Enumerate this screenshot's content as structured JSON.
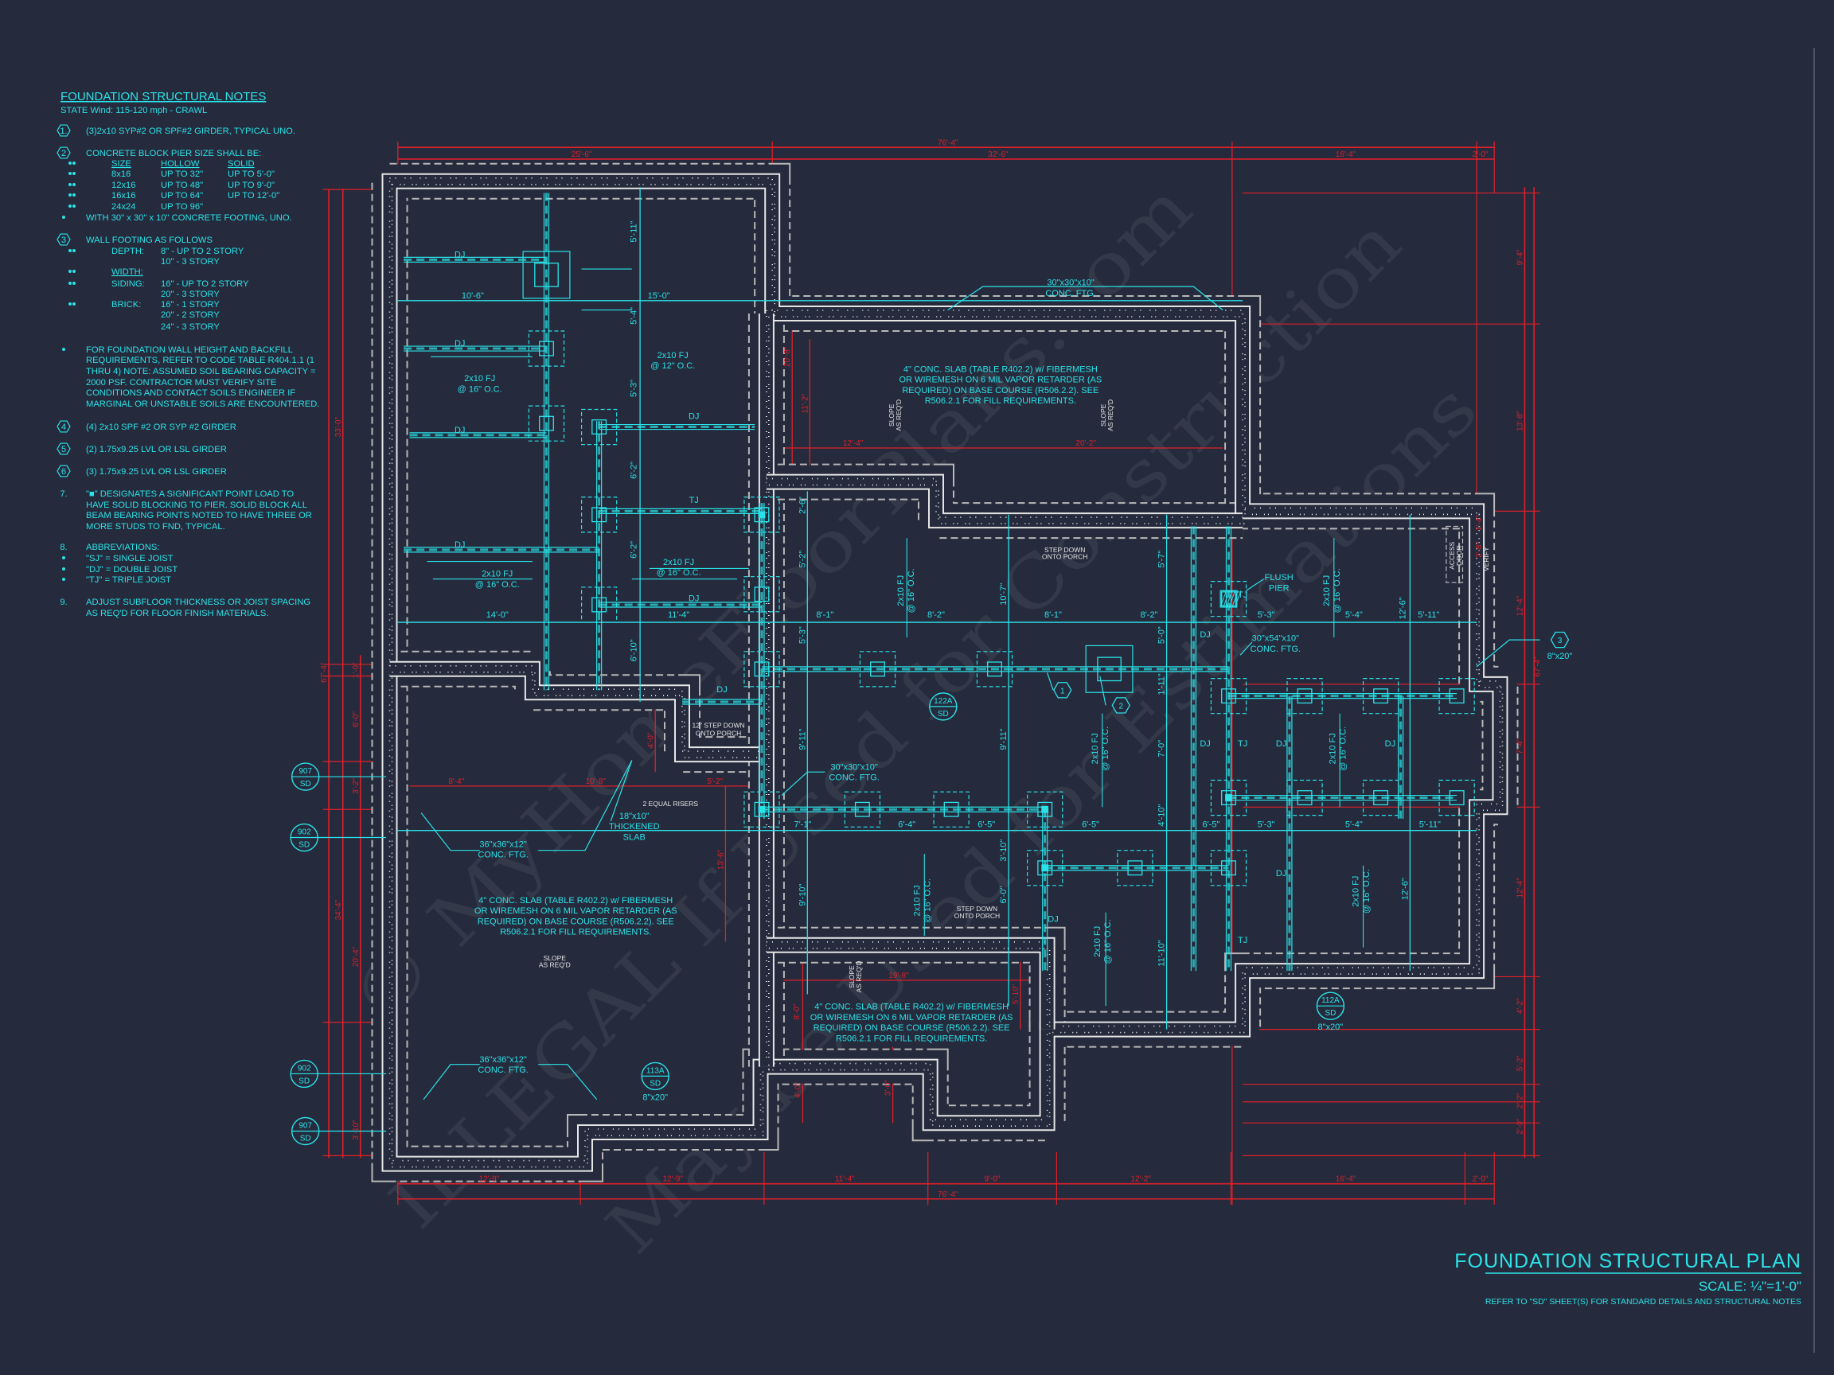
{
  "notes": {
    "title": "FOUNDATION STRUCTURAL NOTES",
    "subtitle": "STATE Wind: 115-120 mph - CRAWL",
    "lines": [
      {
        "type": "hex",
        "marker": "1.",
        "text": "(3)2x10 SYP#2 OR SPF#2 GIRDER, TYPICAL UNO."
      },
      {
        "type": "hex",
        "marker": "2",
        "text": "CONCRETE BLOCK PIER SIZE SHALL BE:"
      },
      {
        "type": "table",
        "header": true,
        "cells": [
          "SIZE",
          "HOLLOW",
          "SOLID"
        ]
      },
      {
        "type": "table",
        "cells": [
          "8x16",
          "UP TO 32\"",
          "UP TO 5'-0\""
        ]
      },
      {
        "type": "table",
        "cells": [
          "12x16",
          "UP TO 48\"",
          "UP TO 9'-0\""
        ]
      },
      {
        "type": "table",
        "cells": [
          "16x16",
          "UP TO 64\"",
          "UP TO 12'-0\""
        ]
      },
      {
        "type": "table",
        "cells": [
          "24x24",
          "UP TO 96\"",
          ""
        ]
      },
      {
        "type": "dot",
        "text": "WITH 30\" x 30\" x 10\" CONCRETE FOOTING, UNO."
      },
      {
        "type": "hex",
        "marker": "3",
        "text": "WALL FOOTING AS FOLLOWS"
      },
      {
        "type": "kv",
        "bullet": true,
        "key": "DEPTH:",
        "value": "8\" - UP TO 2 STORY"
      },
      {
        "type": "kv",
        "bullet": false,
        "key": "",
        "value": "10\" - 3 STORY"
      },
      {
        "type": "kv",
        "bullet": true,
        "key": "WIDTH:",
        "value": "",
        "underline": true
      },
      {
        "type": "kv",
        "bullet": true,
        "key": "SIDING:",
        "value": "16\" - UP TO 2 STORY"
      },
      {
        "type": "kv",
        "bullet": false,
        "key": "",
        "value": "20\" - 3 STORY"
      },
      {
        "type": "kv",
        "bullet": true,
        "key": "BRICK:",
        "value": "16\" - 1 STORY"
      },
      {
        "type": "kv",
        "bullet": false,
        "key": "",
        "value": "20\" - 2 STORY"
      },
      {
        "type": "kv",
        "bullet": false,
        "key": "",
        "value": "24\" - 3 STORY"
      },
      {
        "type": "dot",
        "text": "FOR FOUNDATION WALL HEIGHT AND BACKFILL"
      },
      {
        "type": "cont",
        "text": "REQUIREMENTS, REFER TO CODE TABLE R404.1.1 (1"
      },
      {
        "type": "cont",
        "text": "THRU 4) NOTE: ASSUMED SOIL BEARING CAPACITY ="
      },
      {
        "type": "cont",
        "text": "2000 PSF. CONTRACTOR MUST VERIFY SITE"
      },
      {
        "type": "cont",
        "text": "CONDITIONS AND CONTACT SOILS ENGINEER IF"
      },
      {
        "type": "cont",
        "text": "MARGINAL OR UNSTABLE SOILS ARE ENCOUNTERED."
      },
      {
        "type": "hex",
        "marker": "4",
        "text": "(4) 2x10 SPF #2 OR SYP #2 GIRDER"
      },
      {
        "type": "hex",
        "marker": "5",
        "text": "(2) 1.75x9.25 LVL OR LSL GIRDER"
      },
      {
        "type": "hex",
        "marker": "6",
        "text": "(3) 1.75x9.25 LVL OR LSL GIRDER"
      },
      {
        "type": "num",
        "marker": "7.",
        "text": "\"■\" DESIGNATES A SIGNIFICANT POINT LOAD TO"
      },
      {
        "type": "cont",
        "text": "HAVE SOLID BLOCKING TO  PIER. SOLID BLOCK ALL"
      },
      {
        "type": "cont",
        "text": "BEAM BEARING POINTS NOTED TO HAVE THREE OR"
      },
      {
        "type": "cont",
        "text": "MORE STUDS TO FND, TYPICAL."
      },
      {
        "type": "num",
        "marker": "8.",
        "text": "ABBREVIATIONS:"
      },
      {
        "type": "dot",
        "text": "\"SJ\" = SINGLE JOIST"
      },
      {
        "type": "dot",
        "text": "\"DJ\" = DOUBLE JOIST"
      },
      {
        "type": "dot",
        "text": "\"TJ\" = TRIPLE JOIST"
      },
      {
        "type": "num",
        "marker": "9.",
        "text": "ADJUST SUBFLOOR THICKNESS OR JOIST SPACING"
      },
      {
        "type": "cont",
        "text": "AS REQ'D FOR FLOOR FINISH MATERIALS."
      }
    ]
  },
  "title_block": {
    "title": "FOUNDATION STRUCTURAL PLAN",
    "scale": "SCALE: ¼\"=1'-0\"",
    "reference": "REFER TO \"SD\" SHEET(S) FOR STANDARD DETAILS AND STRUCTURAL NOTES"
  },
  "dimensions": {
    "top_overall": "76'-4\"",
    "top": [
      "25'-6\"",
      "32'-6\"",
      "16'-4\"",
      "2'-0\""
    ],
    "bottom_overall": "76'-4\"",
    "bottom": [
      "12'-9\"",
      "12'-9\"",
      "11'-4\"",
      "9'-0\"",
      "12'-2\"",
      "16'-4\"",
      "2'-0\""
    ],
    "left_overall": "67'-4\"",
    "left_major": [
      "33'-0\"",
      "34'-4\""
    ],
    "left": [
      "1'-0\"",
      "6'-0\"",
      "3'-2\"",
      "20'-4\"",
      "3'-10\""
    ],
    "right_overall": "67'-4\"",
    "right": [
      "9'-4\"",
      "13'-8\"",
      "12'-4\"",
      "7'-4\"",
      "12'-4\"",
      "4'-2\"",
      "5'-2\"",
      "2'-2\"",
      "2'-0\""
    ],
    "access_door": [
      "1'-4\"",
      "2'-8\""
    ],
    "interior": [
      "20'-8\"",
      "11'-2\"",
      "12'-4\"",
      "20'-2\"",
      "8'-4\"",
      "10'-8\"",
      "5'-2\"",
      "4'-0\"",
      "13'-6\"",
      "19'-8\"",
      "8'-0\"",
      "5'-10\"",
      "4'-0\"",
      "3'-0\""
    ]
  },
  "plan": {
    "annotations": [
      "DJ",
      "DJ",
      "DJ",
      "DJ",
      "DJ",
      "TJ",
      "DJ",
      "DJ",
      "10'-6\"",
      "15'-0\"",
      "5'-11\"",
      "5'-4\"",
      "5'-3\"",
      "6'-2\"",
      "6'-2\"",
      "6'-10\"",
      "2x10 FJ",
      "@ 16\" O.C.",
      "2x10 FJ",
      "@ 12\" O.C.",
      "2x10 FJ",
      "@ 16\" O.C.",
      "2x10 FJ",
      "@ 16\" O.C.",
      "14'-0\"",
      "11'-4\"",
      "8'-1\"",
      "8'-2\"",
      "8'-1\"",
      "8'-2\"",
      "5'-3\"",
      "5'-4\"",
      "5'-11\"",
      "2'-6\"",
      "5'-2\"",
      "5'-3\"",
      "10'-7\"",
      "5'-7\"",
      "5'-0\"",
      "1'-11\"",
      "12'-6\"",
      "2x10 FJ",
      "@ 16\" O.C.",
      "2x10 FJ",
      "@ 16\" O.C.",
      "7'-1\"",
      "6'-4\"",
      "6'-5\"",
      "6'-5\"",
      "6'-5\"",
      "5'-3\"",
      "5'-4\"",
      "5'-11\"",
      "9'-11\"",
      "9'-11\"",
      "9'-10\"",
      "3'-10\"",
      "6'-0\"",
      "7'-0\"",
      "4'-10\"",
      "11'-10\"",
      "12'-6\"",
      "2x10 FJ",
      "@ 16\" O.C.",
      "2x10 FJ",
      "@ 16\" O.C.",
      "2x10 FJ",
      "@ 16\" O.C.",
      "2x10 FJ",
      "@ 16\" O.C.",
      "2x10 FJ",
      "@ 16\" O.C.",
      "DJ",
      "DJ",
      "DJ",
      "DJ",
      "DJ",
      "DJ",
      "TJ",
      "TJ",
      "TJ",
      "FLUSH",
      "PIER",
      "30\"x54\"x10\"",
      "CONC. FTG.",
      "30\"x30\"x10\"",
      "CONC. FTG.",
      "30\"x30\"x10\"",
      "CONC. FTG.",
      "36\"x36\"x12\"",
      "CONC. FTG.",
      "36\"x36\"x12\"",
      "CONC. FTG.",
      "18\"x10\"",
      "THICKENED",
      "SLAB",
      "2 EQUAL RISERS",
      "12\" STEP DOWN",
      "ONTO PORCH",
      "STEP DOWN",
      "ONTO PORCH",
      "STEP DOWN",
      "ONTO PORCH",
      "ACCESS",
      "DOOR",
      "VERIFY",
      "SLOPE",
      "AS REQ'D",
      "SLOPE",
      "AS REQ'D",
      "SLOPE",
      "AS REQ'D",
      "SLOPE",
      "AS REQ'D"
    ],
    "slab_note": [
      "4\" CONC. SLAB (TABLE R402.2) w/ FIBERMESH",
      "OR WIREMESH ON 6 MIL VAPOR RETARDER (AS",
      "REQUIRED) ON BASE COURSE (R506.2.2). SEE",
      "R506.2.1 FOR FILL REQUIREMENTS."
    ],
    "section_bubbles": [
      {
        "top": "907",
        "bottom": "SD"
      },
      {
        "top": "902",
        "bottom": "SD"
      },
      {
        "top": "902",
        "bottom": "SD"
      },
      {
        "top": "907",
        "bottom": "SD"
      },
      {
        "top": "122A",
        "bottom": "SD"
      },
      {
        "top": "113A",
        "bottom": "SD",
        "size": "8\"x20\""
      },
      {
        "top": "112A",
        "bottom": "SD",
        "size": "8\"x20\""
      }
    ],
    "hex_tags": [
      {
        "label": "1"
      },
      {
        "label": "2"
      },
      {
        "label": "3",
        "size": "8\"x20\""
      }
    ]
  },
  "watermark": [
    "© MyHomeFloorPlans.com",
    "ILLEGAL If Used for Construction",
    "May be Used for Estimations"
  ],
  "colors": {
    "background": "#252a3c",
    "cyan": "#2ae3e8",
    "red": "#e0202a",
    "wall": "#e6e6e6"
  }
}
